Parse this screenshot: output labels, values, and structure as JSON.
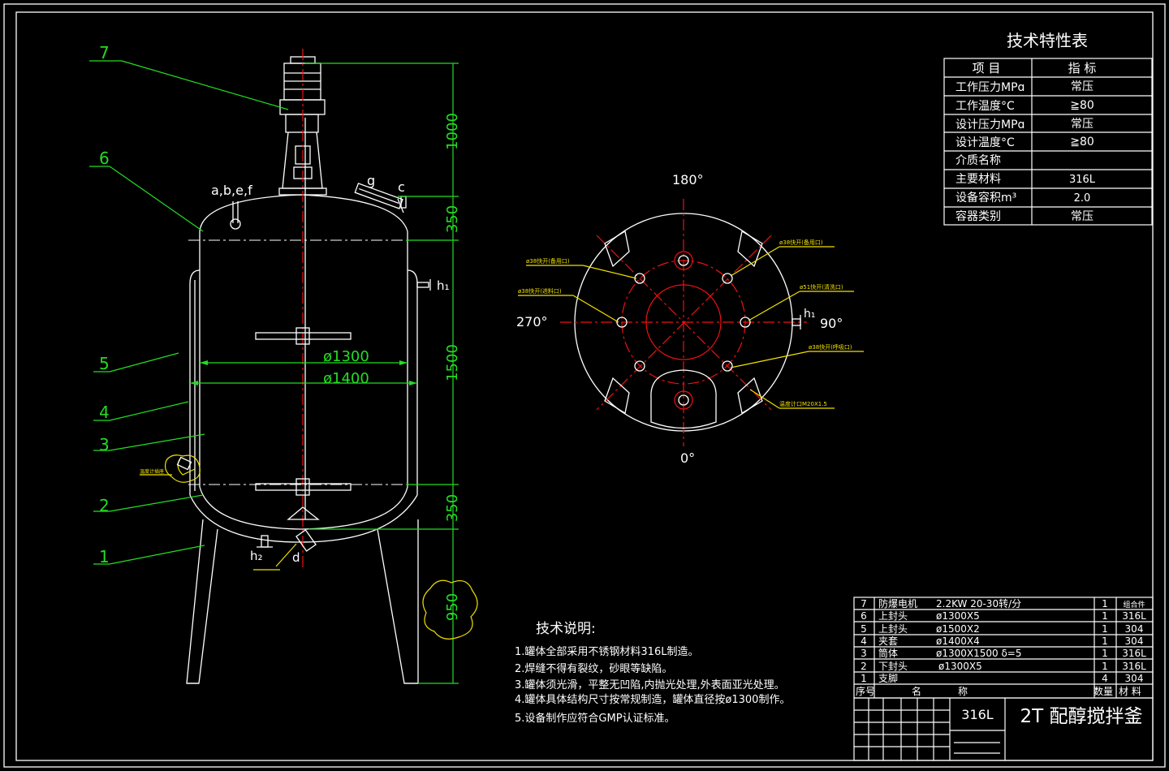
{
  "tech_spec": {
    "title": "技术特性表",
    "header_item": "项 目",
    "header_value": "指 标",
    "rows": [
      {
        "item": "工作压力MPɑ",
        "value": "常压"
      },
      {
        "item": "工作温度°C",
        "value": "≧80"
      },
      {
        "item": "设计压力MPɑ",
        "value": "常压"
      },
      {
        "item": "设计温度°C",
        "value": "≧80"
      },
      {
        "item": "介质名称",
        "value": ""
      },
      {
        "item": "主要材料",
        "value": "316L"
      },
      {
        "item": "设备容积m³",
        "value": "2.0"
      },
      {
        "item": "容器类别",
        "value": "常压"
      }
    ]
  },
  "front_view": {
    "part_callouts": [
      "7",
      "6",
      "5",
      "4",
      "3",
      "2",
      "1"
    ],
    "nozzle_labels": {
      "top_left": "a,b,e,f",
      "top_right_g": "g",
      "top_right_c": "c",
      "side_h1": "h₁",
      "bottom_h2": "h₂",
      "bottom_d": "d"
    },
    "dimensions": {
      "motor": "1000",
      "upper_head": "350",
      "body": "1500",
      "lower_head": "350",
      "legs": "950"
    },
    "diameters": {
      "inner": "ø1300",
      "outer": "ø1400"
    },
    "side_note": "温度计插座"
  },
  "top_view": {
    "angles": {
      "top": "180°",
      "left": "270°",
      "right": "90°",
      "bottom": "0°"
    },
    "h1_label": "h₁",
    "callouts": [
      "ø38快开(备用口)",
      "ø38快开(进料口)",
      "ø38快开(备用口)",
      "ø51快开(清洗口)",
      "ø38快开(呼吸口)",
      "温度计口M20X1.5"
    ]
  },
  "notes": {
    "title": "技术说明:",
    "items": [
      "1.罐体全部采用不锈钢材料316L制造。",
      "2.焊缝不得有裂纹，砂眼等缺陷。",
      "3.罐体须光滑，平整无凹陷,内抛光处理,外表面亚光处理。",
      "4.罐体具体结构尺寸按常规制造，罐体直径按ø1300制作。",
      "5.设备制作应符合GMP认证标准。"
    ]
  },
  "bom": {
    "header": {
      "no": "序号",
      "name": "名",
      "spec": "称",
      "qty": "数量",
      "material": "材 料"
    },
    "rows": [
      {
        "no": "7",
        "name": "防爆电机",
        "spec": "2.2KW   20-30转/分",
        "qty": "1",
        "material": "组合件"
      },
      {
        "no": "6",
        "name": "上封头",
        "spec": "ø1300X5",
        "qty": "1",
        "material": "316L"
      },
      {
        "no": "5",
        "name": "上封头",
        "spec": "ø1500X2",
        "qty": "1",
        "material": "304"
      },
      {
        "no": "4",
        "name": "夹套",
        "spec": "ø1400X4",
        "qty": "1",
        "material": "304"
      },
      {
        "no": "3",
        "name": "筒体",
        "spec": "ø1300X1500 δ=5",
        "qty": "1",
        "material": "316L"
      },
      {
        "no": "2",
        "name": "下封头",
        "spec": "ø1300X5",
        "qty": "1",
        "material": "316L"
      },
      {
        "no": "1",
        "name": "支脚",
        "spec": "",
        "qty": "4",
        "material": "304"
      }
    ]
  },
  "title_block": {
    "material": "316L",
    "drawing_title": "2T 配醇搅拌釜"
  }
}
